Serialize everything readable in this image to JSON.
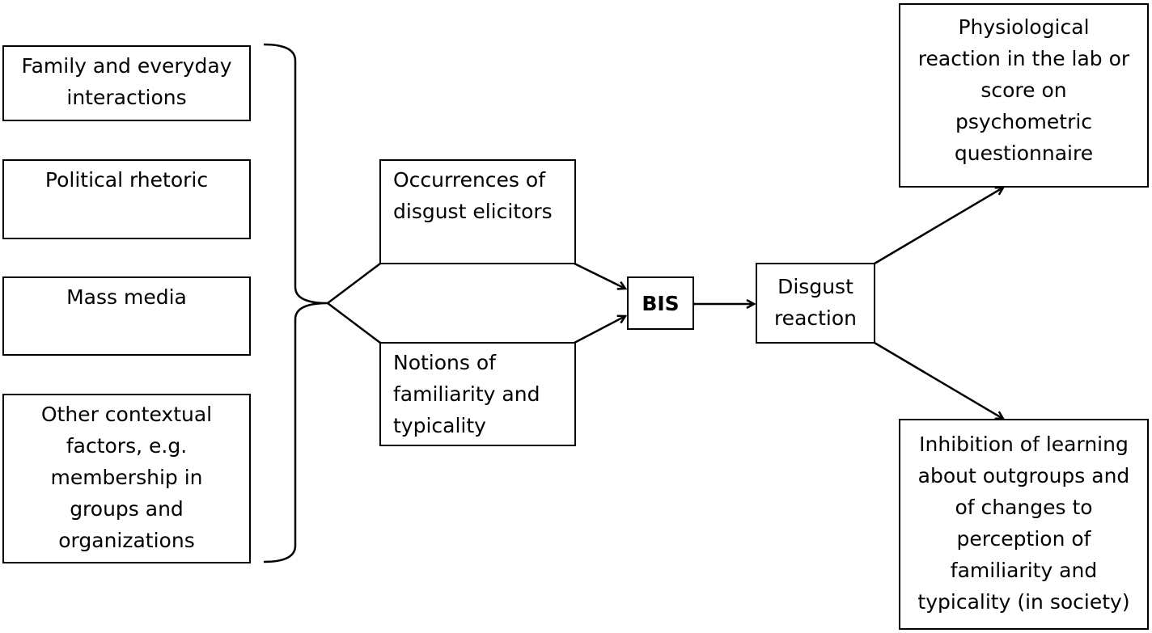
{
  "colors": {
    "stroke": "#000000",
    "background": "#ffffff"
  },
  "sources": {
    "family": [
      "Family and everyday",
      "interactions"
    ],
    "political": [
      "Political rhetoric"
    ],
    "media": [
      "Mass media"
    ],
    "other": [
      "Other contextual",
      "factors, e.g.",
      "membership in",
      "groups and",
      "organizations"
    ]
  },
  "factors": {
    "occurrences": [
      "Occurrences of",
      "disgust elicitors"
    ],
    "notions": [
      "Notions of",
      "familiarity and",
      "typicality"
    ]
  },
  "bis": "BIS",
  "disgust": [
    "Disgust",
    "reaction"
  ],
  "outcomes": {
    "physiological": [
      "Physiological",
      "reaction in the lab or",
      "score on",
      "psychometric",
      "questionnaire"
    ],
    "inhibition": [
      "Inhibition of learning",
      "about outgroups and",
      "of changes to",
      "perception of",
      "familiarity and",
      "typicality (in society)"
    ]
  }
}
